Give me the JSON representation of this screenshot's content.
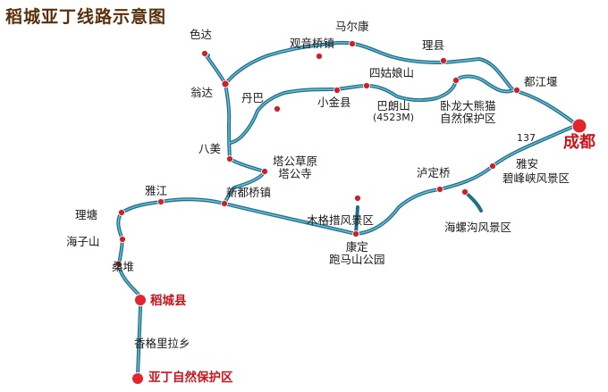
{
  "title": "稻城亚丁线路示意图",
  "places": {
    "seda": "色达",
    "wengda": "翁达",
    "guanyinqiao": "观音桥镇",
    "maerkang": "马尔康",
    "lixian": "理县",
    "siguniang": "四姑娘山",
    "dujiangyan": "都江堰",
    "danba": "丹巴",
    "xiaojin": "小金县",
    "balang": "巴朗山",
    "balang_alt": "(4523M)",
    "wolong_1": "卧龙大熊猫",
    "wolong_2": "自然保护区",
    "chengdu": "成都",
    "route_137": "137",
    "bamei": "八美",
    "tagong_1": "塔公草原",
    "tagong_2": "塔公寺",
    "ya_an": "雅安",
    "bifengxia": "碧峰峡风景区",
    "luding": "泸定桥",
    "yajiang": "雅江",
    "xinduqiao": "新都桥镇",
    "mugecuo": "木格措风景区",
    "hailuogou": "海螺沟风景区",
    "litang": "理塘",
    "haizishan": "海子山",
    "kangding_1": "康定",
    "kangding_2": "跑马山公园",
    "sangdui": "桑堆",
    "daocheng": "稻城县",
    "xianggelila": "香格里拉乡",
    "yading": "亚丁自然保护区"
  },
  "colors": {
    "route": "#1f6f8b",
    "route_highlight": "#6ec0d8",
    "town_dot": "#d11f28",
    "major_dot": "#e3262e",
    "label_red": "#c8141c",
    "title": "#5a2f0a"
  }
}
